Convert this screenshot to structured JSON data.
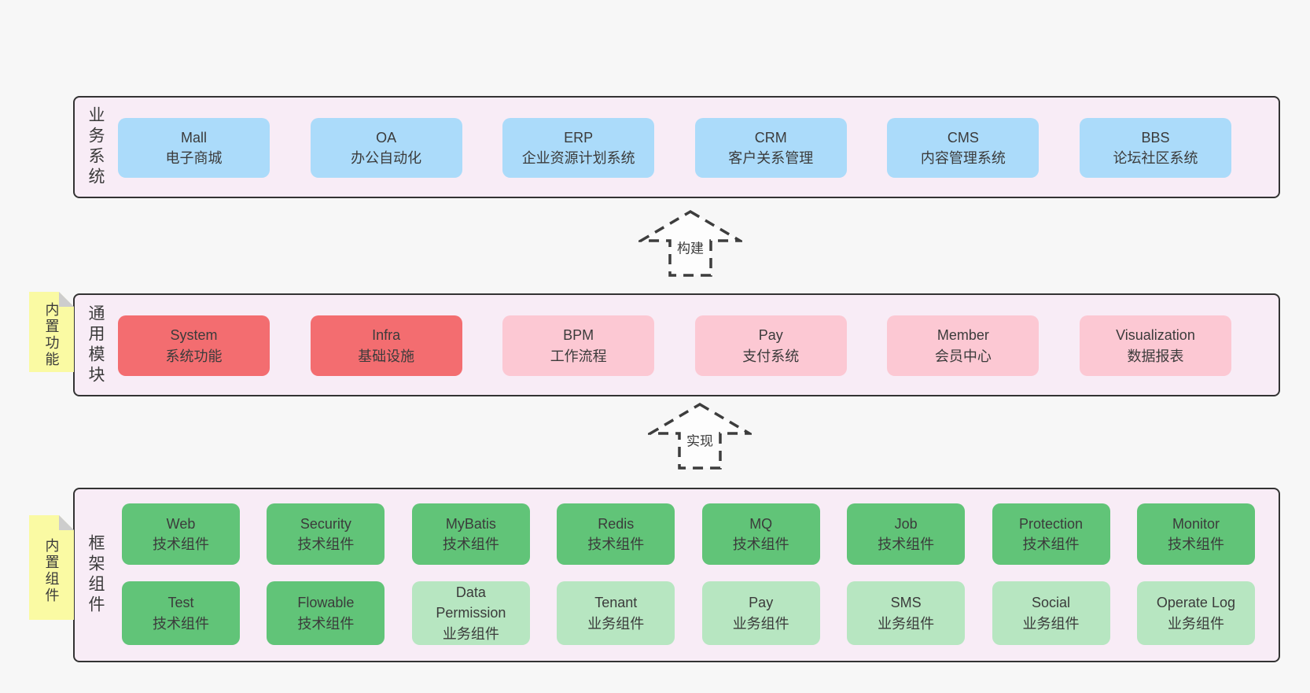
{
  "colors": {
    "blue": "#abdbfa",
    "red": "#f36d70",
    "pink": "#fcc8d3",
    "green": "#61c478",
    "lightgreen": "#b7e6c1",
    "note_yellow": "#fafaa3",
    "container_bg": "#f8ecf6",
    "border": "#333333"
  },
  "layers": [
    {
      "label": "业务系统",
      "boxes": [
        {
          "title": "Mall",
          "subtitle": "电子商城",
          "variant": "blue"
        },
        {
          "title": "OA",
          "subtitle": "办公自动化",
          "variant": "blue"
        },
        {
          "title": "ERP",
          "subtitle": "企业资源计划系统",
          "variant": "blue"
        },
        {
          "title": "CRM",
          "subtitle": "客户关系管理",
          "variant": "blue"
        },
        {
          "title": "CMS",
          "subtitle": "内容管理系统",
          "variant": "blue"
        },
        {
          "title": "BBS",
          "subtitle": "论坛社区系统",
          "variant": "blue"
        }
      ]
    },
    {
      "label": "通用模块",
      "note": "内置功能",
      "boxes": [
        {
          "title": "System",
          "subtitle": "系统功能",
          "variant": "red"
        },
        {
          "title": "Infra",
          "subtitle": "基础设施",
          "variant": "red"
        },
        {
          "title": "BPM",
          "subtitle": "工作流程",
          "variant": "pink"
        },
        {
          "title": "Pay",
          "subtitle": "支付系统",
          "variant": "pink"
        },
        {
          "title": "Member",
          "subtitle": "会员中心",
          "variant": "pink"
        },
        {
          "title": "Visualization",
          "subtitle": "数据报表",
          "variant": "pink"
        }
      ]
    },
    {
      "label": "框架组件",
      "note": "内置组件",
      "rows": [
        [
          {
            "title": "Web",
            "subtitle": "技术组件",
            "variant": "green"
          },
          {
            "title": "Security",
            "subtitle": "技术组件",
            "variant": "green"
          },
          {
            "title": "MyBatis",
            "subtitle": "技术组件",
            "variant": "green"
          },
          {
            "title": "Redis",
            "subtitle": "技术组件",
            "variant": "green"
          },
          {
            "title": "MQ",
            "subtitle": "技术组件",
            "variant": "green"
          },
          {
            "title": "Job",
            "subtitle": "技术组件",
            "variant": "green"
          },
          {
            "title": "Protection",
            "subtitle": "技术组件",
            "variant": "green"
          },
          {
            "title": "Monitor",
            "subtitle": "技术组件",
            "variant": "green"
          }
        ],
        [
          {
            "title": "Test",
            "subtitle": "技术组件",
            "variant": "green"
          },
          {
            "title": "Flowable",
            "subtitle": "技术组件",
            "variant": "green"
          },
          {
            "title": "Data Permission",
            "subtitle": "业务组件",
            "variant": "lightgreen"
          },
          {
            "title": "Tenant",
            "subtitle": "业务组件",
            "variant": "lightgreen"
          },
          {
            "title": "Pay",
            "subtitle": "业务组件",
            "variant": "lightgreen"
          },
          {
            "title": "SMS",
            "subtitle": "业务组件",
            "variant": "lightgreen"
          },
          {
            "title": "Social",
            "subtitle": "业务组件",
            "variant": "lightgreen"
          },
          {
            "title": "Operate Log",
            "subtitle": "业务组件",
            "variant": "lightgreen"
          }
        ]
      ]
    }
  ],
  "arrows": [
    {
      "label": "构建"
    },
    {
      "label": "实现"
    }
  ]
}
